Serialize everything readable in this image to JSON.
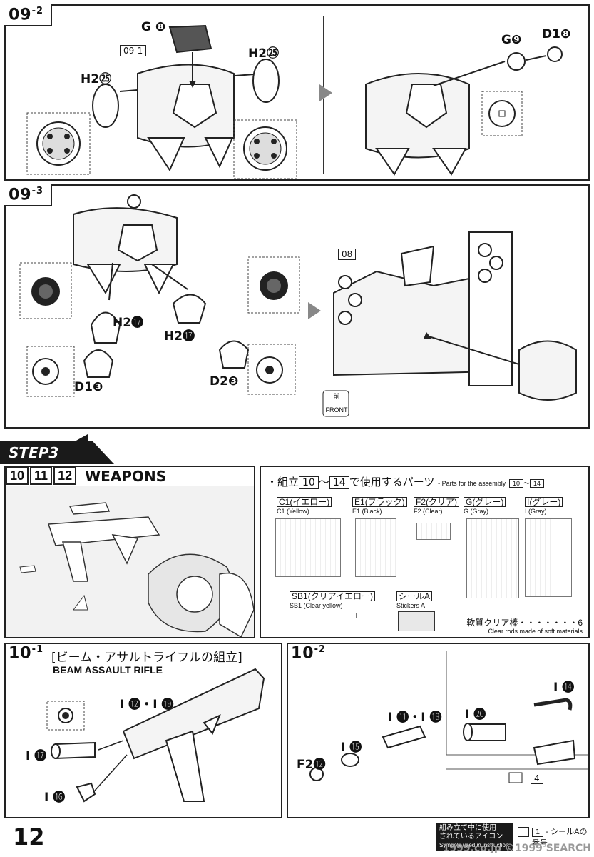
{
  "page_number": "12",
  "step_09_2": {
    "tag": "09",
    "tag_sub": "-2",
    "ref_box": "09-1",
    "labels": [
      "G",
      "❽",
      "H2",
      "㉕",
      "H2",
      "㉕",
      "G",
      "❾",
      "D1",
      "❽"
    ]
  },
  "step_09_3": {
    "tag": "09",
    "tag_sub": "-3",
    "ref_box": "08",
    "labels": {
      "h2_left": "H2",
      "n_left": "⓱",
      "h2_right": "H2",
      "n_right": "⓱",
      "d1": "D1",
      "d1n": "❸",
      "d2": "D2",
      "d2n": "❸"
    },
    "front_jp": "前",
    "front_en": "FRONT"
  },
  "step3": {
    "banner": "STEP3",
    "assemblies": [
      "10",
      "11",
      "12"
    ],
    "title": "WEAPONS",
    "parts_heading_pre": "・組立",
    "parts_heading_a": "10",
    "parts_heading_tilde": "〜",
    "parts_heading_b": "14",
    "parts_heading_post": "で使用するパーツ",
    "parts_heading_en": "- Parts for the assembly",
    "parts_heading_en_a": "10",
    "parts_heading_en_b": "14",
    "runners": [
      {
        "code": "C1",
        "jp": "(イエロー)",
        "en": "C1 (Yellow)"
      },
      {
        "code": "E1",
        "jp": "(ブラック)",
        "en": "E1 (Black)"
      },
      {
        "code": "F2",
        "jp": "(クリア)",
        "en": "F2 (Clear)"
      },
      {
        "code": "G",
        "jp": "(グレー)",
        "en": "G (Gray)"
      },
      {
        "code": "I",
        "jp": "(グレー)",
        "en": "I (Gray)"
      }
    ],
    "sb1": {
      "code": "SB1",
      "jp": "(クリアイエロー)",
      "en": "SB1 (Clear yellow)"
    },
    "stickers": {
      "jp": "シールA",
      "en": "Stickers A"
    },
    "clear_rods_jp": "軟質クリア棒・・・・・・・6",
    "clear_rods_en": "Clear rods made of soft materials"
  },
  "step_10_1": {
    "tag": "10",
    "tag_sub": "-1",
    "title_jp": "[ビーム・アサルトライフルの組立]",
    "title_en": "BEAM ASSAULT RIFLE",
    "labels": {
      "top": "I ⓬・I ⓳",
      "l17": "I ⓱",
      "l16": "I ⓰"
    }
  },
  "step_10_2": {
    "tag": "10",
    "tag_sub": "-2",
    "labels": {
      "l14": "I ⓮",
      "l20": "I ⓴",
      "l11": "I ⓫・I ⓲",
      "l15": "I ⓯",
      "f2": "F2",
      "f2n": "⓬",
      "sticker": "4"
    }
  },
  "legend": {
    "dark_line1": "組み立て中に使用",
    "dark_line2": "されているアイコン",
    "dark_line3": "Symbols used in instruction",
    "sticker_num": "1",
    "sticker_txt": "- シールAの番号"
  },
  "watermark": "1999.co.jp ©1999 SEARCH"
}
